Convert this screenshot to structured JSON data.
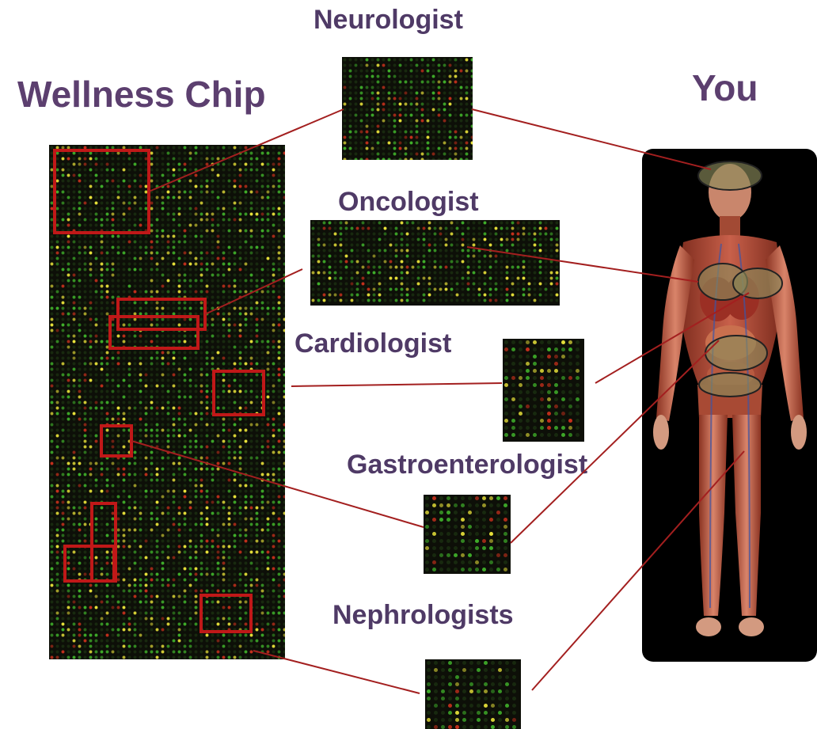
{
  "titles": {
    "wellness_chip": "Wellness Chip",
    "you": "You"
  },
  "specialists": [
    {
      "id": "neurologist",
      "label": "Neurologist"
    },
    {
      "id": "oncologist",
      "label": "Oncologist"
    },
    {
      "id": "cardiologist",
      "label": "Cardiologist"
    },
    {
      "id": "gastroenterologist",
      "label": "Gastroenterologist"
    },
    {
      "id": "nephrologists",
      "label": "Nephrologists"
    }
  ],
  "colors": {
    "title_text": "#5c3f6f",
    "label_text": "#4f3a66",
    "connector": "#a31f1f",
    "highlight_box": "#c01818",
    "chip_bg": "#0d0f08",
    "spot_green": "#3fae2a",
    "spot_yellow": "#e8e23a",
    "spot_red": "#c4301c",
    "organ_highlight": "#8a8a5a"
  },
  "icons": {
    "body": "human-anatomy-figure",
    "chip": "microarray-chip"
  }
}
